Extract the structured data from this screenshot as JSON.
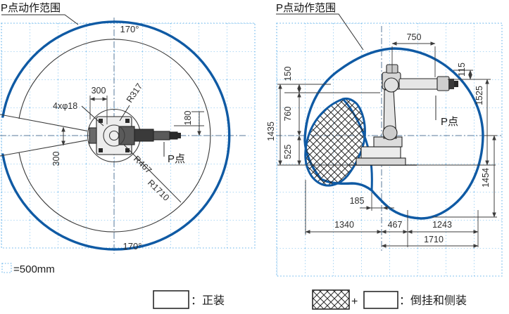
{
  "colors": {
    "envelope_blue": "#0f5aa4",
    "grid_blue": "#5fb0ea",
    "centerline": "#5a7a9b",
    "ink": "#2e2e2e"
  },
  "left": {
    "title": "P点动作范围",
    "angle_top": "170°",
    "angle_bottom": "170°",
    "dim_top": "300",
    "dim_side": "300",
    "holes": "4xφ18",
    "r_inner": "R317",
    "r_mid": "R467",
    "r_outer": "R1710",
    "dim_offset": "180",
    "p_point": "P点"
  },
  "right": {
    "title": "P点动作范围",
    "dim_750": "750",
    "dim_150": "150",
    "dim_1435": "1435",
    "dim_760": "760",
    "dim_525": "525",
    "dim_115": "115",
    "dim_1525": "1525",
    "dim_1454": "1454",
    "dim_185": "185",
    "dim_1340": "1340",
    "dim_467": "467",
    "dim_1243": "1243",
    "dim_1710": "1710",
    "p_point": "P点"
  },
  "legend": {
    "grid_scale": "=500mm",
    "normal": "：正装",
    "plus": "+",
    "inverted": "：倒挂和侧装"
  }
}
